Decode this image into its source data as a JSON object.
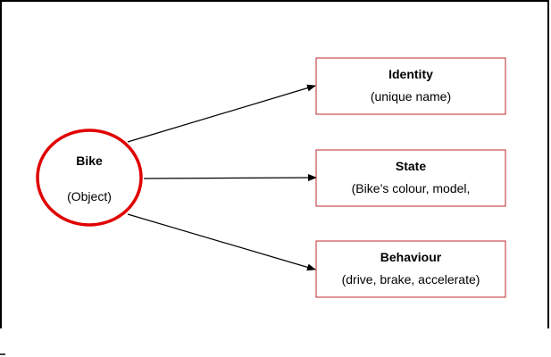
{
  "diagram": {
    "center": {
      "title": "Bike",
      "subtitle": "(Object)"
    },
    "boxes": [
      {
        "title": "Identity",
        "subtitle": "(unique name)"
      },
      {
        "title": "State",
        "subtitle": "(Bike’s colour, model,"
      },
      {
        "title": "Behaviour",
        "subtitle": "(drive, brake, accelerate)"
      }
    ],
    "colors": {
      "accent": "#e00000",
      "box_border": "#c0282c",
      "line": "#000000"
    }
  }
}
